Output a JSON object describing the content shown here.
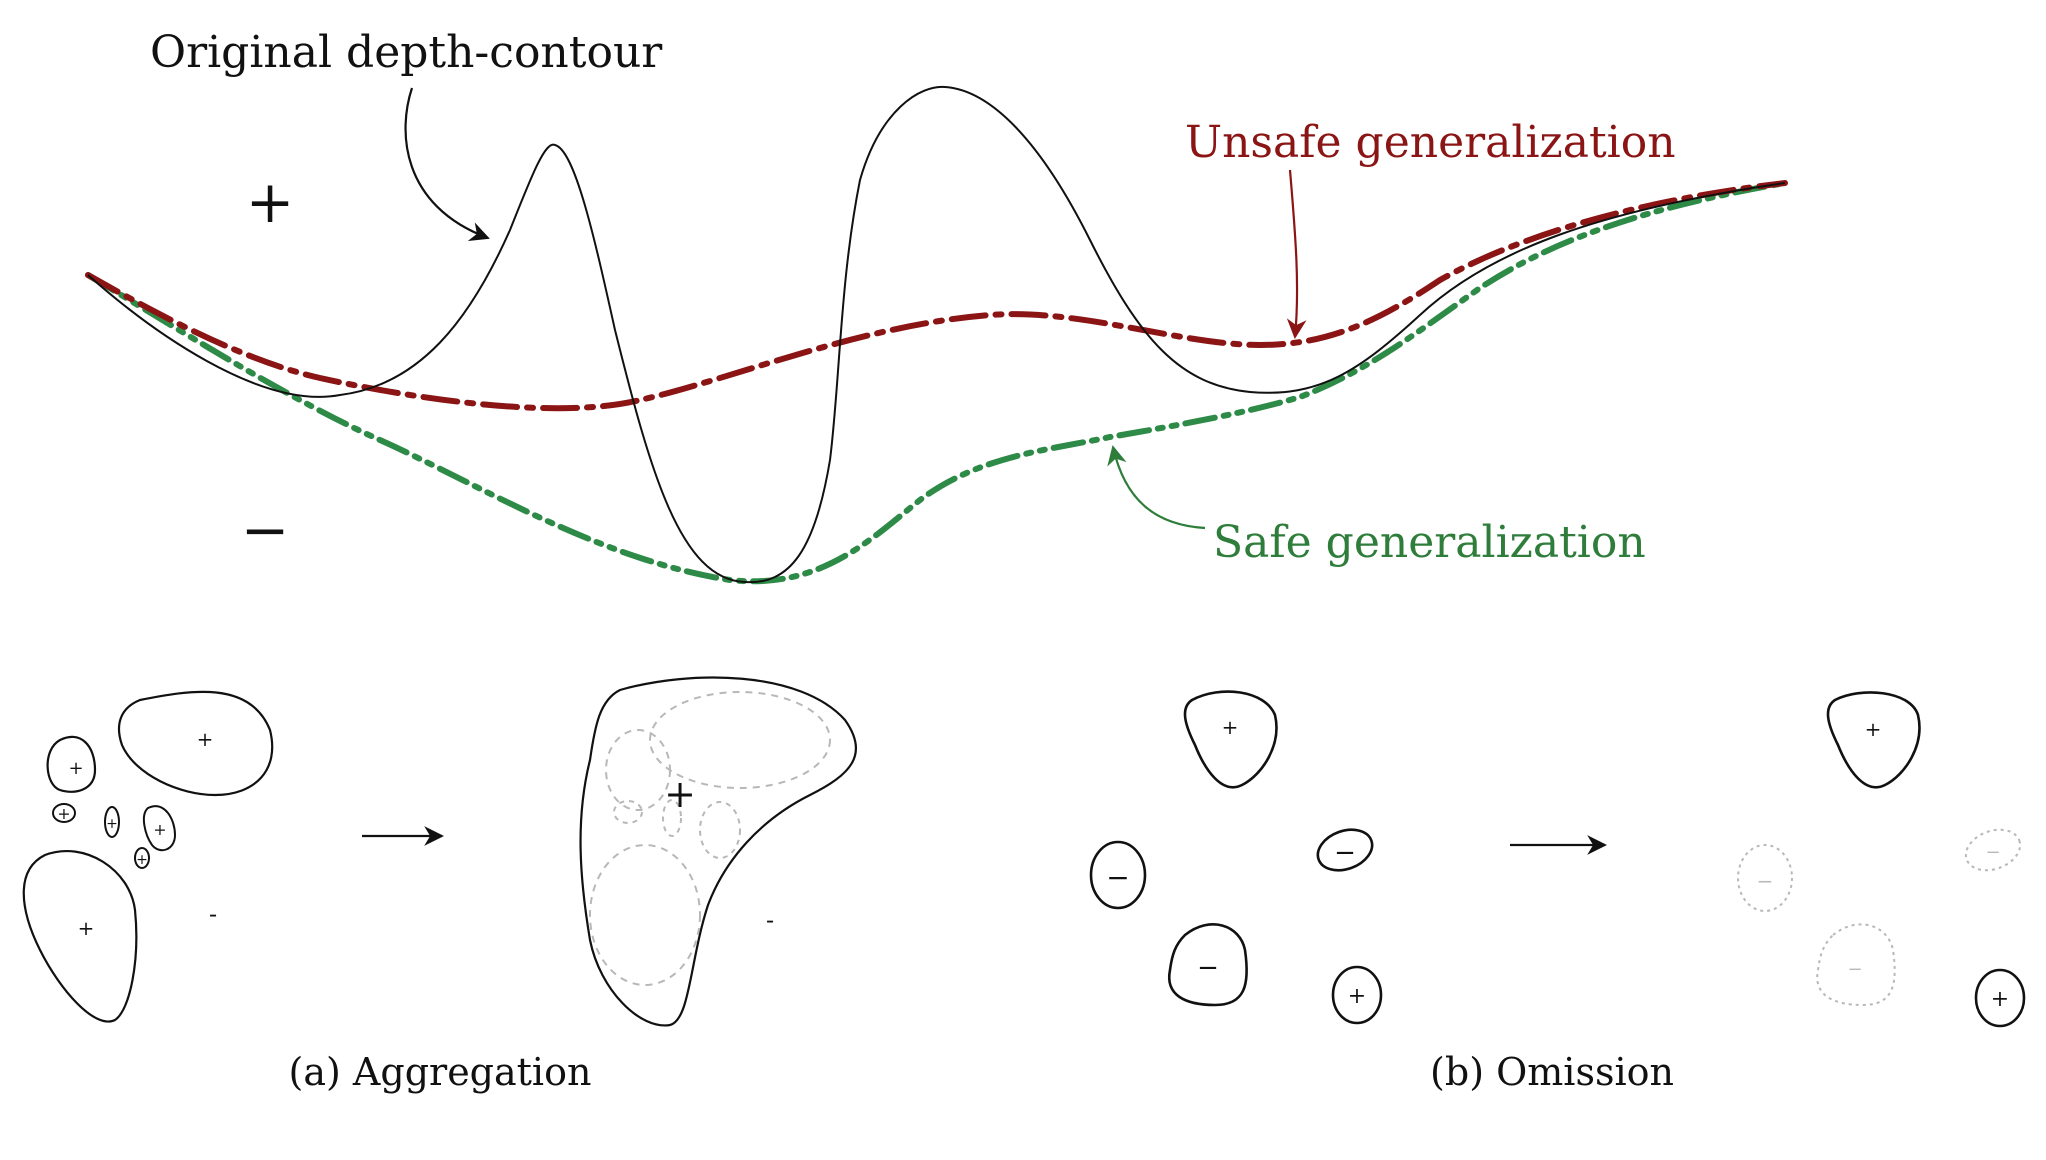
{
  "top_panel": {
    "original_label": "Original depth-contour",
    "unsafe_label": "Unsafe generalization",
    "safe_label": "Safe generalization",
    "plus_sign": "+",
    "minus_sign": "−"
  },
  "panel_a": {
    "caption": "(a) Aggregation",
    "sign_plus": "+",
    "sign_minus": "-"
  },
  "panel_b": {
    "caption": "(b) Omission",
    "sign_plus": "+",
    "sign_minus": "−"
  },
  "colors": {
    "original": "#111111",
    "unsafe": "#8b1515",
    "safe": "#2e8b47",
    "faded": "#b8b8b8"
  }
}
